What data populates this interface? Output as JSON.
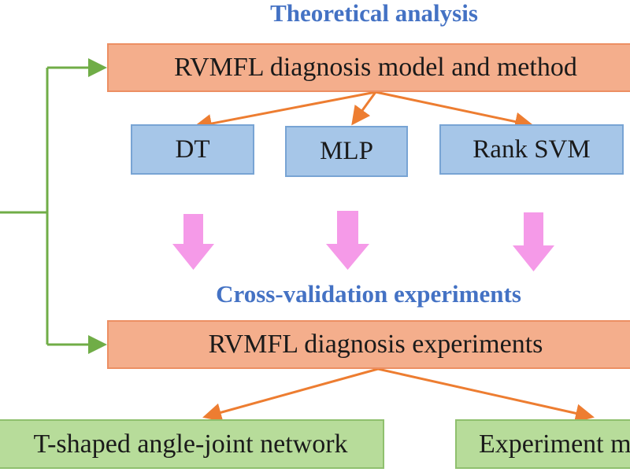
{
  "headings": {
    "theoretical": "Theoretical analysis",
    "cross_validation": "Cross-validation experiments"
  },
  "boxes": {
    "diagnosis_model": "RVMFL diagnosis model and method",
    "dt": "DT",
    "mlp": "MLP",
    "rank_svm": "Rank SVM",
    "diagnosis_experiments": "RVMFL diagnosis experiments",
    "t_network": "T-shaped angle-joint network",
    "experiment_module": "Experiment m"
  },
  "colors": {
    "heading_blue": "#4472c4",
    "orange_fill": "#f4ae8c",
    "orange_border": "#ec8f63",
    "orange_arrow": "#ed7d31",
    "blue_fill": "#a6c6e8",
    "blue_border": "#78a4d4",
    "green_fill": "#b7dc9a",
    "green_border": "#8fc06e",
    "green_line": "#70ad47",
    "pink_arrow": "#f59ae8"
  }
}
